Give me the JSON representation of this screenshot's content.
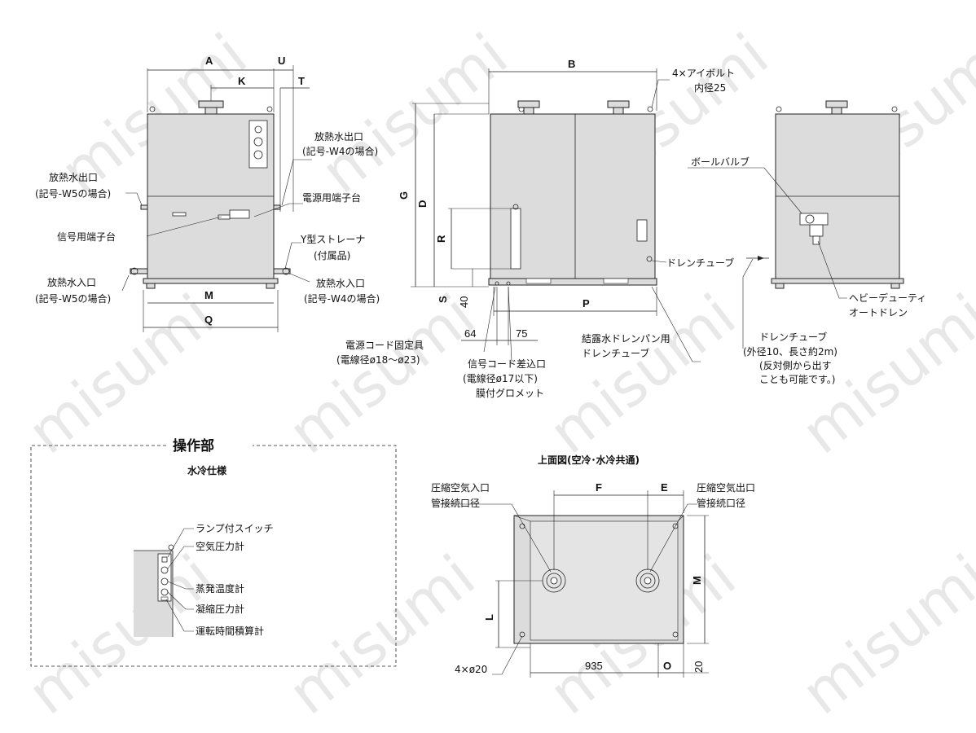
{
  "watermark": "misumi",
  "dimensions": {
    "A": "A",
    "K": "K",
    "U": "U",
    "T": "T",
    "M": "M",
    "Q": "Q",
    "B": "B",
    "G": "G",
    "D": "D",
    "R": "R",
    "S": "S",
    "P": "P",
    "F": "F",
    "E": "E",
    "L": "L",
    "O": "O",
    "M2": "M",
    "v40": "40",
    "v64": "64",
    "v75": "75",
    "v935": "935",
    "v20": "20"
  },
  "labels": {
    "out_w5": "放熱水出口",
    "out_w5_note": "(記号-W5の場合)",
    "signal_terminal": "信号用端子台",
    "in_w5": "放熱水入口",
    "in_w5_note": "(記号-W5の場合)",
    "out_w4": "放熱水出口",
    "out_w4_note": "(記号-W4の場合)",
    "power_terminal": "電源用端子台",
    "y_strainer": "Y型ストレーナ",
    "y_strainer_note": "(付属品)",
    "in_w4": "放熱水入口",
    "in_w4_note": "(記号-W4の場合)",
    "eyebolt": "4×アイボルト",
    "eyebolt_note": "内径25",
    "drain_tube1": "ドレンチューブ",
    "power_cord": "電源コード固定具",
    "power_cord_note": "(電線径ø18～ø23)",
    "signal_cord": "信号コード差込口",
    "signal_cord_note1": "(電線径ø17以下)",
    "signal_cord_note2": "膜付グロメット",
    "condensate": "結露水ドレンパン用",
    "condensate_note": "ドレンチューブ",
    "ball_valve": "ボールバルブ",
    "heavy_drain1": "ヘビーデューティ",
    "heavy_drain2": "オートドレン",
    "drain_tube2": "ドレンチューブ",
    "drain_tube2_note1": "(外径10、長さ約2m)",
    "drain_tube2_note2": "(反対側から出す",
    "drain_tube2_note3": "ことも可能です。)"
  },
  "panel": {
    "title": "操作部",
    "subtitle": "水冷仕様",
    "items": [
      "ランプ付スイッチ",
      "空気圧力計",
      "蒸発温度計",
      "凝縮圧力計",
      "運転時間積算計"
    ]
  },
  "top_view": {
    "title": "上面図(空冷･水冷共通)",
    "air_in": "圧縮空気入口",
    "air_in_note": "管接続口径",
    "air_out": "圧縮空気出口",
    "air_out_note": "管接続口径",
    "holes": "4×ø20"
  }
}
